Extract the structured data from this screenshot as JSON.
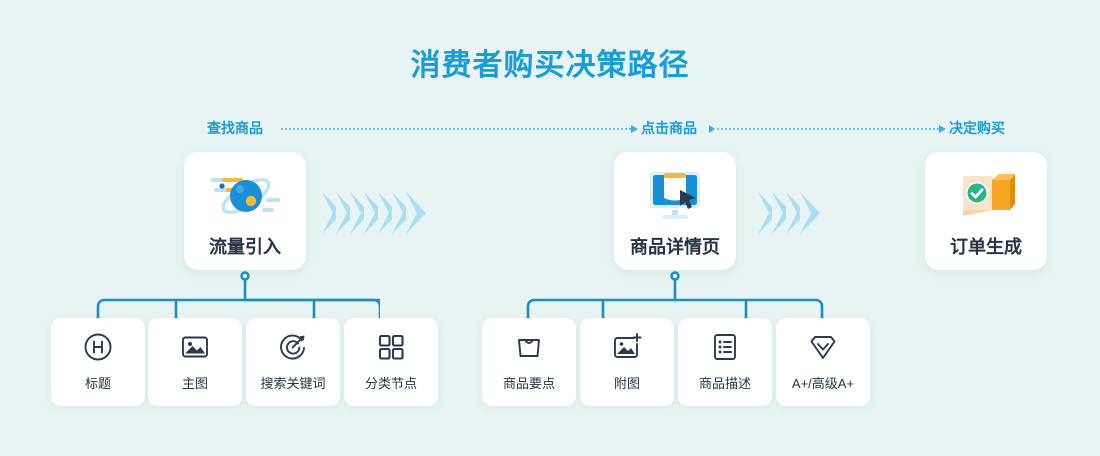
{
  "page": {
    "title": "消费者购买决策路径",
    "background_color": "#e7f4f3",
    "accent_color": "#1a9cd8",
    "chevron_color": "#aadff3"
  },
  "stages": [
    {
      "label": "查找商品"
    },
    {
      "label": "点击商品"
    },
    {
      "label": "决定购买"
    }
  ],
  "nodes": [
    {
      "label": "流量引入",
      "icon": "planet-orbit-icon"
    },
    {
      "label": "商品详情页",
      "icon": "monitor-cursor-icon"
    },
    {
      "label": "订单生成",
      "icon": "order-checkmark-box-icon"
    }
  ],
  "branches": {
    "left": [
      {
        "label": "标题",
        "icon": "heading-h-circle-icon"
      },
      {
        "label": "主图",
        "icon": "image-icon"
      },
      {
        "label": "搜索关键词",
        "icon": "target-arrow-icon"
      },
      {
        "label": "分类节点",
        "icon": "grid-squares-icon"
      }
    ],
    "right": [
      {
        "label": "商品要点",
        "icon": "shopping-bag-icon"
      },
      {
        "label": "附图",
        "icon": "image-plus-icon"
      },
      {
        "label": "商品描述",
        "icon": "list-document-icon"
      },
      {
        "label": "A+/高级A+",
        "icon": "diamond-icon"
      }
    ]
  }
}
